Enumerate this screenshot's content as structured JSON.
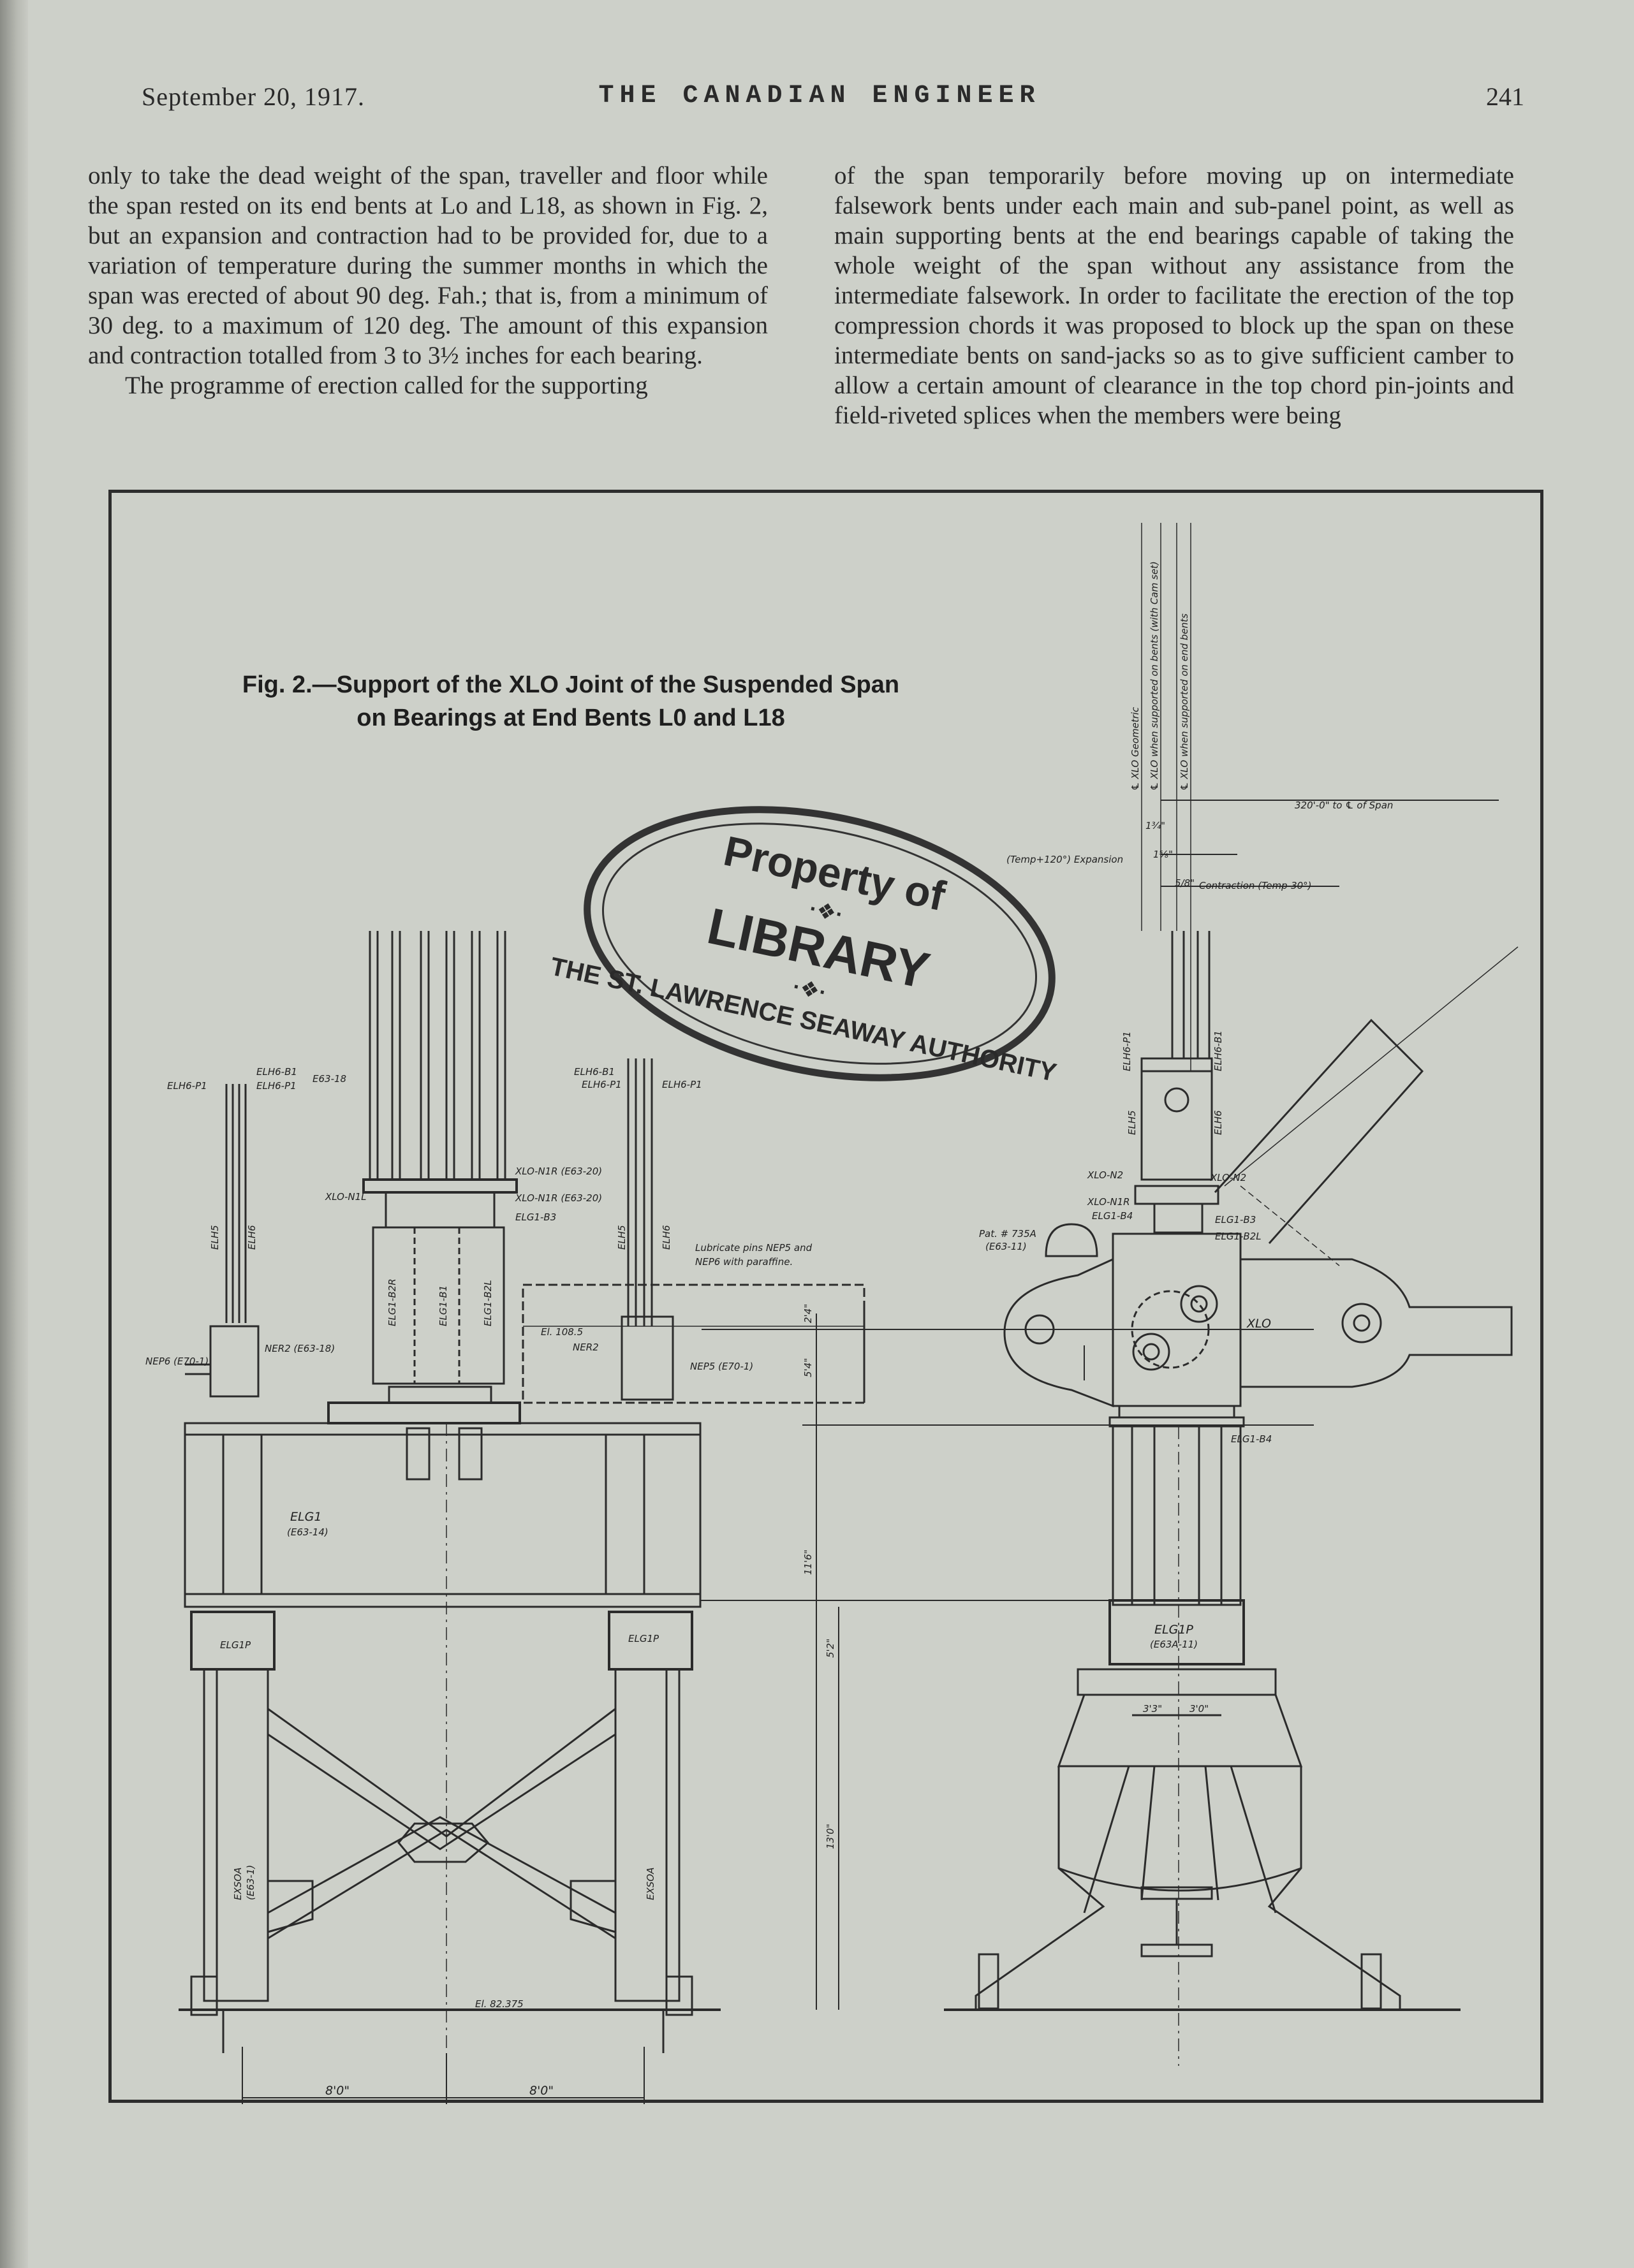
{
  "header": {
    "date": "September 20, 1917.",
    "journal": "THE CANADIAN ENGINEER",
    "page_number": "241"
  },
  "body": {
    "left_col_p1": "only to take the dead weight of the span, traveller and floor while the span rested on its end bents at Lo and L18, as shown in Fig. 2, but an expansion and contraction had to be provided for, due to a variation of temperature during the summer months in which the span was erected of about 90 deg. Fah.; that is, from a minimum of 30 deg. to a maximum of 120 deg. The amount of this expansion and contraction totalled from 3 to 3½ inches for each bearing.",
    "left_col_p2": "The programme of erection called for the supporting",
    "right_col_p1": "of the span temporarily before moving up on intermediate falsework bents under each main and sub-panel point, as well as main supporting bents at the end bearings capable of taking the whole weight of the span without any assistance from the intermediate falsework. In order to facilitate the erection of the top compression chords it was proposed to block up the span on these intermediate bents on sand-jacks so as to give sufficient camber to allow a certain amount of clearance in the top chord pin-joints and field-riveted splices when the members were being"
  },
  "figure": {
    "caption_line1": "Fig. 2.—Support of the XLO Joint of the Suspended Span",
    "caption_line2": "on Bearings at End Bents L0 and L18",
    "stamp": {
      "line1": "Property of",
      "line2": "LIBRARY",
      "line3": "THE ST. LAWRENCE SEAWAY AUTHORITY"
    },
    "labels": {
      "dim_span": "320'-0\" to ℄ of Span",
      "expansion": "(Temp+120°) Expansion",
      "contraction": "Contraction (Temp-30°)",
      "cl_geometric": "℄ XLO Geometric",
      "cl_supported": "℄ XLO when supported on bents (with Cam set)",
      "cl_support_end": "℄ XLO when supported on end bents",
      "elh6_b1": "ELH6-B1",
      "elh6_p1": "ELH6-P1",
      "e63_18": "E63-18",
      "elh5": "ELH5",
      "elh6": "ELH6",
      "xlo_n1l": "XLO-N1L",
      "xlo_n1r": "XLO-N1R (E63-20)",
      "xlo_n1r2": "XLO-N1R (E63-20)",
      "elg1_b3": "ELG1-B3",
      "elg1_b2r": "ELG1-B2R",
      "elg1_b1": "ELG1-B1",
      "elg1_b2l": "ELG1-B2L",
      "lubricate_1": "Lubricate pins NEP5 and",
      "lubricate_2": "NEP6 with paraffine.",
      "el_1085": "El. 108.5",
      "ner2": "NER2",
      "ner2_e63": "NER2 (E63-18)",
      "nep5": "NEP5 (E70-1)",
      "nep6": "NEP6 (E70-1)",
      "elg1": "ELG1",
      "elg1_ref": "(E63-14)",
      "elg1p": "ELG1P",
      "exsoa": "EXSOA",
      "exsoa_ref": "(E63-1)",
      "el_bottom": "El. 82.375",
      "dim_80l": "8'0\"",
      "dim_80r": "8'0\"",
      "dim_1": "11'6\"",
      "dim_2": "5'4\"",
      "dim_3": "2'4\"",
      "dim_4": "5'2\"",
      "dim_5": "13'0\"",
      "pat": "Pat. # 735A",
      "pat_ref": "(E63-11)",
      "xlo": "XLO",
      "xlo_n2": "XLO-N2",
      "xlo_n1r_right": "XLO-N1R",
      "elg1_b4": "ELG1-B4",
      "elg1_b3r": "ELG1-B3",
      "elg1_b2l_r": "ELG1-B2L",
      "elg1_b4_r": "ELG1-B4",
      "elg1p_r": "ELG1P",
      "elg1p_r_ref": "(E63A-11)",
      "elh5_r": "ELH5",
      "elh6_r": "ELH6",
      "elh6_p1_r": "ELH6-P1",
      "elh6_b1_r": "ELH6-B1",
      "xlo_n2_r": "XLO-N2",
      "dim_r1": "3'3\"",
      "dim_r2": "3'0\"",
      "dim_16": "1¾\"",
      "dim_18": "1⅝\"",
      "dim_58": "5/8\""
    }
  }
}
